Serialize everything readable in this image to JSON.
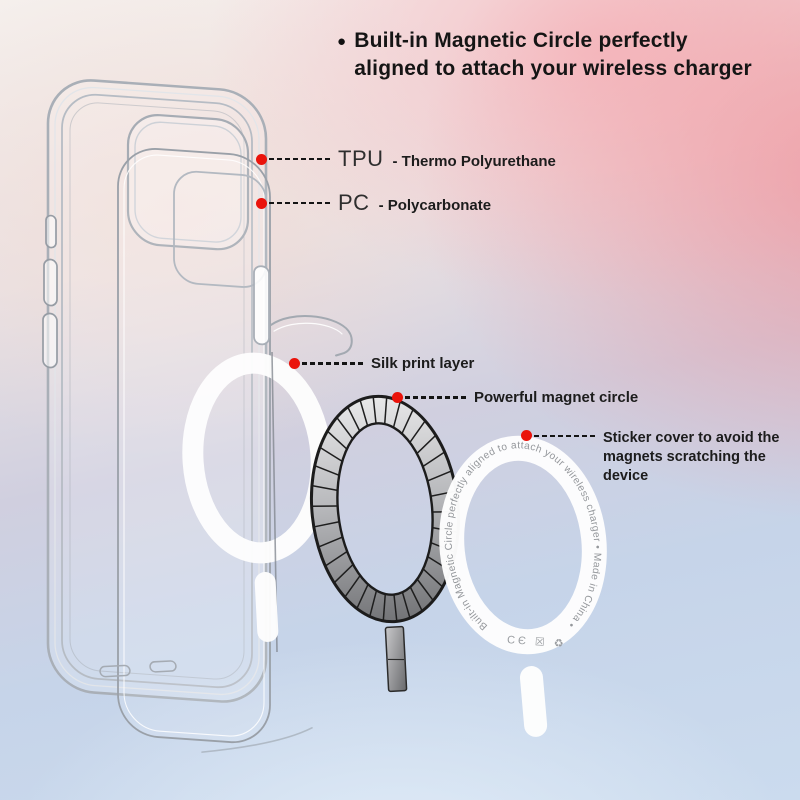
{
  "headline": {
    "bullet": "●",
    "line1": "Built-in Magnetic Circle perfectly",
    "line2": "aligned to attach your wireless charger"
  },
  "callouts": {
    "tpu": {
      "abbr": "TPU",
      "rest": "- Thermo Polyurethane"
    },
    "pc": {
      "abbr": "PC",
      "rest": "- Polycarbonate"
    },
    "silk": {
      "label": "Silk print layer"
    },
    "magnet": {
      "label": "Powerful magnet circle"
    },
    "sticker": {
      "line1": "Sticker cover to avoid the",
      "line2": "magnets scratching the device"
    }
  },
  "sticker_ring": {
    "curved_text": "Built-in Magnetic Circle perfectly aligned to attach your wireless charger • Made in China •",
    "marks": "CЄ ☒ ♻"
  },
  "colors": {
    "accent_red": "#ea130b",
    "text_dark": "#151515",
    "magnet_gray_light": "#e4e4e5",
    "magnet_gray_dark": "#77787b",
    "ring_white": "#fdfdfd",
    "background_pink": "#f3b4ba",
    "background_blue": "#c8d9ec"
  }
}
